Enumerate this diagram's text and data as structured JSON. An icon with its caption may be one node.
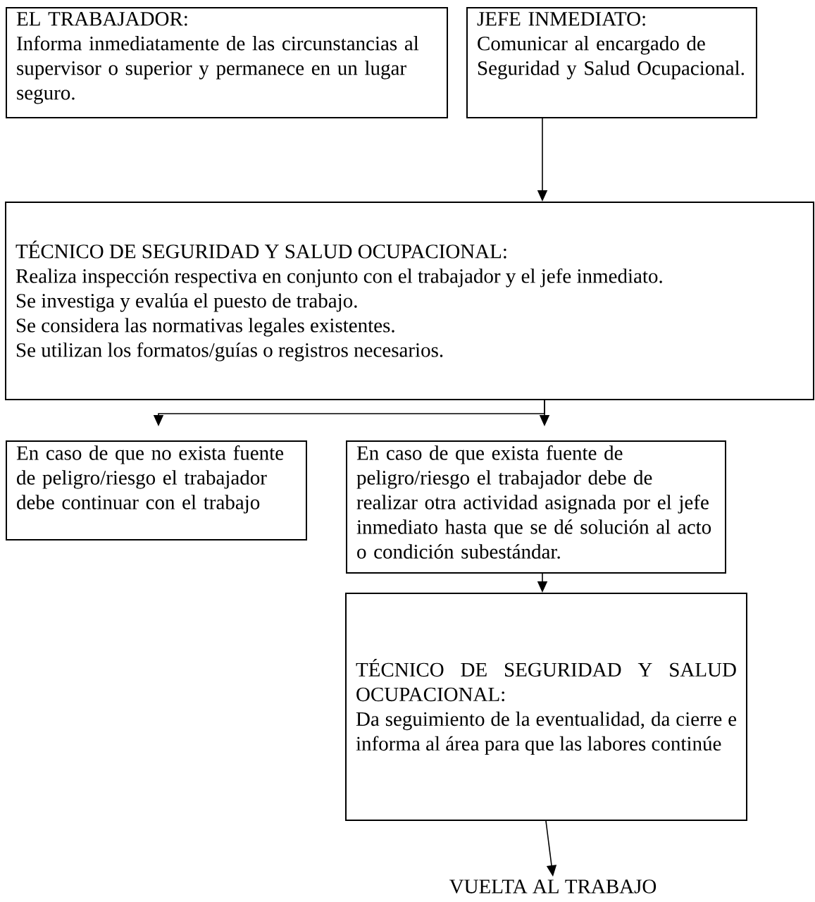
{
  "diagram": {
    "nodes": [
      {
        "text": [
          "EL TRABAJADOR:",
          "Informa inmediatamente de las circunstancias al supervisor o superior y permanece en un lugar seguro."
        ]
      },
      {
        "text": [
          "JEFE INMEDIATO:",
          "Comunicar al encargado de Seguridad y Salud Ocupacional."
        ]
      },
      {
        "text": [
          "TÉCNICO DE SEGURIDAD Y SALUD OCUPACIONAL:",
          "Realiza inspección respectiva en conjunto con el trabajador y el jefe inmediato.",
          "Se investiga y evalúa el puesto de trabajo.",
          "Se considera las normativas legales existentes.",
          "Se utilizan los formatos/guías o registros necesarios."
        ]
      },
      {
        "text": [
          "En caso de que no exista fuente de peligro/riesgo el trabajador debe continuar con el trabajo"
        ]
      },
      {
        "text": [
          "En caso de que exista fuente de peligro/riesgo el trabajador debe de realizar otra actividad asignada por el jefe inmediato hasta que se dé solución al acto o condición subestándar."
        ]
      },
      {
        "text": [
          "TÉCNICO DE SEGURIDAD Y SALUD OCUPACIONAL:",
          "Da seguimiento de la eventualidad, da cierre e informa al área para que las labores continúe"
        ]
      },
      {
        "text": [
          "VUELTA AL TRABAJO"
        ]
      }
    ],
    "edges": [
      {
        "from": 1,
        "to": 2,
        "arrow": "to"
      },
      {
        "from": 2,
        "to": 3,
        "arrow": "to"
      },
      {
        "from": 2,
        "to": 4,
        "arrow": "to"
      },
      {
        "from": 4,
        "to": 5,
        "arrow": "to"
      },
      {
        "from": 5,
        "to": 6,
        "arrow": "to"
      }
    ]
  }
}
